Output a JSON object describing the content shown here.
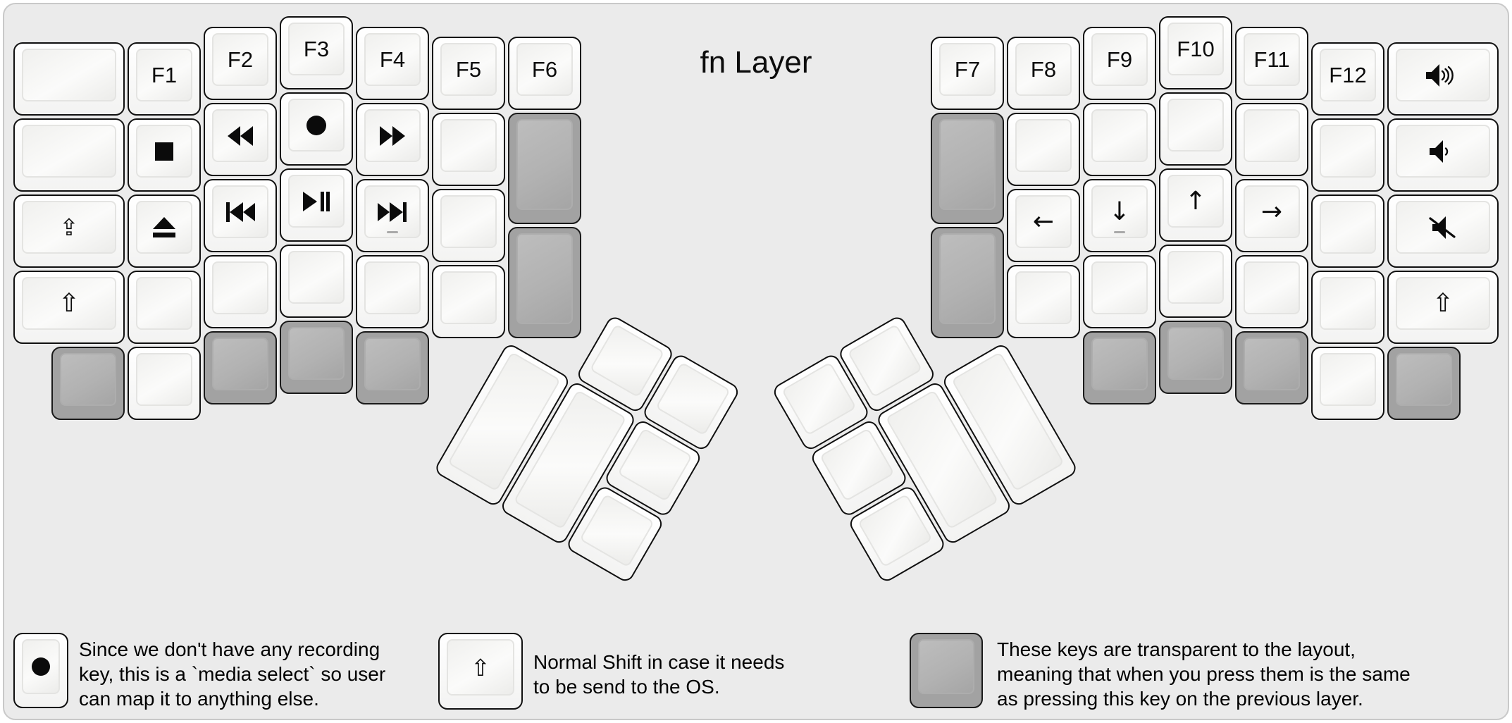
{
  "title": "fn Layer",
  "colors": {
    "background": "#ebebeb",
    "frame_border": "#c9c9c9",
    "key_white": "#ffffff",
    "key_transparent_grey": "#a2a2a2",
    "text": "#000000"
  },
  "keys": {
    "f1": "F1",
    "f2": "F2",
    "f3": "F3",
    "f4": "F4",
    "f5": "F5",
    "f6": "F6",
    "f7": "F7",
    "f8": "F8",
    "f9": "F9",
    "f10": "F10",
    "f11": "F11",
    "f12": "F12",
    "caps_lock": "⇪",
    "shift": "⇧",
    "arrow_left": "←",
    "arrow_down": "↓",
    "arrow_up": "↑",
    "arrow_right": "→"
  },
  "icons": [
    "stop-icon",
    "eject-icon",
    "rewind-icon",
    "previous-track-icon",
    "record-icon",
    "play-pause-icon",
    "fast-forward-icon",
    "next-track-icon",
    "volume-up-icon",
    "volume-down-icon",
    "mute-icon",
    "homing-dash"
  ],
  "legend": {
    "items": [
      {
        "icon": "record-key",
        "lines": [
          "Since we don't have any recording",
          "key, this is a `media select` so user",
          "can map it to anything else."
        ]
      },
      {
        "icon": "shift-key",
        "lines": [
          "Normal Shift in case it needs",
          "to be send to the OS."
        ]
      },
      {
        "icon": "transparent-key",
        "lines": [
          "These keys are transparent to the layout,",
          "meaning that when you press them is the same",
          "as pressing this key on the previous layer."
        ]
      }
    ]
  }
}
